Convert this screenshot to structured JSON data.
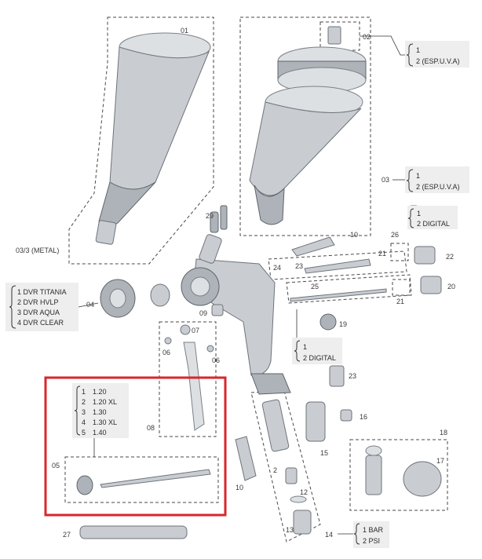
{
  "callouts": {
    "c01": "01",
    "c02": "02",
    "c03": "03",
    "c03_3": "03/3 (METAL)",
    "c04": "04",
    "c05": "05",
    "c06a": "06",
    "c06b": "06",
    "c07": "07",
    "c08": "08",
    "c09": "09",
    "c10a": "10",
    "c10b": "10",
    "c13": "13",
    "c14": "14",
    "c15": "15",
    "c16": "16",
    "c17": "17",
    "c18": "18",
    "c19": "19",
    "c20": "20",
    "c21a": "21",
    "c21b": "21",
    "c22": "22",
    "c23a": "23",
    "c23b": "23",
    "c24": "24",
    "c25": "25",
    "c26": "26",
    "c27": "27",
    "c29": "29",
    "c2": "2",
    "c12": "12"
  },
  "options": {
    "o02": [
      "1",
      "2 (ESP.U.V.A)"
    ],
    "o03": [
      "1",
      "2 (ESP.U.V.A)"
    ],
    "o26": [
      "1",
      "2 DIGITAL"
    ],
    "o04": [
      "1   DVR TITANIA",
      "2   DVR HVLP",
      "3   DVR AQUA",
      "4   DVR CLEAR"
    ],
    "o19": [
      "1",
      "2 DIGITAL"
    ],
    "o05_nums": [
      "1",
      "2",
      "3",
      "4",
      "5"
    ],
    "o05_vals": [
      "1.20",
      "1.20 XL",
      "1.30",
      "1.30 XL",
      "1.40"
    ],
    "o14": [
      "1 BAR",
      "2 PSI"
    ]
  },
  "colors": {
    "highlight": "#d9262c",
    "part": "#c9cdd2"
  }
}
